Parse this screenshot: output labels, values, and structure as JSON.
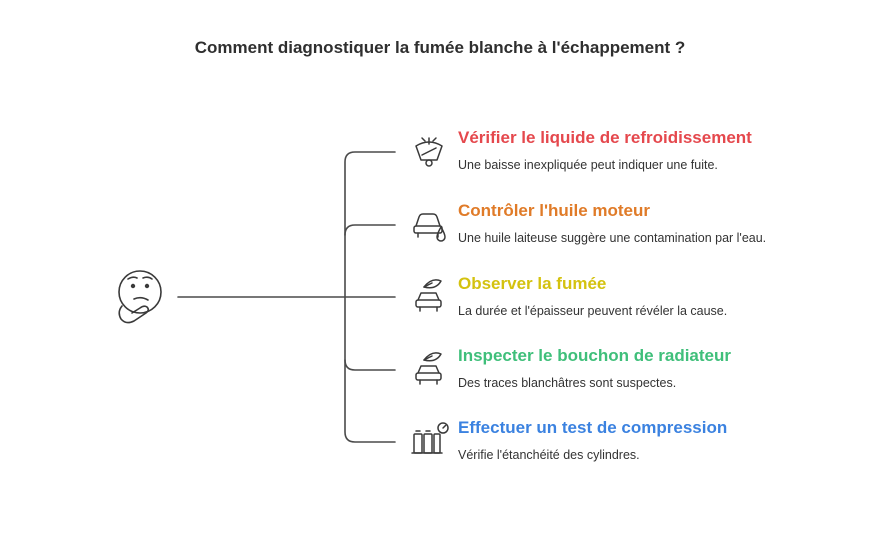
{
  "title": "Comment diagnostiquer la fumée blanche à l'échappement ?",
  "root_icon": "thinking-face-icon",
  "items": [
    {
      "heading": "Vérifier le liquide de refroidissement",
      "description": "Une baisse inexpliquée peut indiquer une fuite.",
      "color": "#e5484d",
      "icon": "windshield-washer-icon"
    },
    {
      "heading": "Contrôler l'huile moteur",
      "description": "Une huile laiteuse suggère une contamination par l'eau.",
      "color": "#e07b28",
      "icon": "car-oil-drop-icon"
    },
    {
      "heading": "Observer la fumée",
      "description": "La durée et l'épaisseur peuvent révéler la cause.",
      "color": "#d4c20f",
      "icon": "car-leaf-icon"
    },
    {
      "heading": "Inspecter le bouchon de radiateur",
      "description": "Des traces blanchâtres sont suspectes.",
      "color": "#3fbf7a",
      "icon": "car-leaf-icon"
    },
    {
      "heading": "Effectuer un test de compression",
      "description": "Vérifie l'étanchéité des cylindres.",
      "color": "#3b82e0",
      "icon": "cylinder-gauge-icon"
    }
  ]
}
